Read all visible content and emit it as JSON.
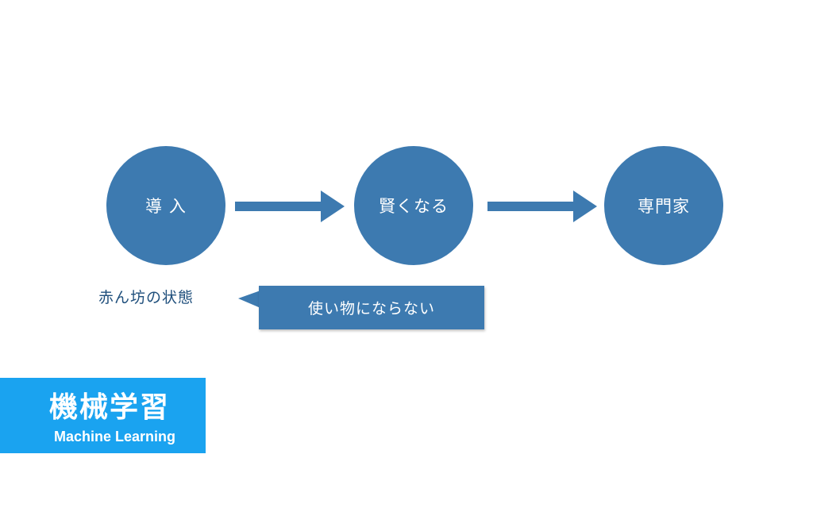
{
  "nodes": [
    {
      "label": "導 入"
    },
    {
      "label": "賢くなる"
    },
    {
      "label": "専門家"
    }
  ],
  "state_label": "赤ん坊の状態",
  "callout_text": "使い物にならない",
  "brand": {
    "title": "機械学習",
    "subtitle": "Machine Learning"
  },
  "colors": {
    "node": "#3d7ab0",
    "state_text": "#1f4f7c",
    "brand_bg": "#1aa3f0"
  }
}
